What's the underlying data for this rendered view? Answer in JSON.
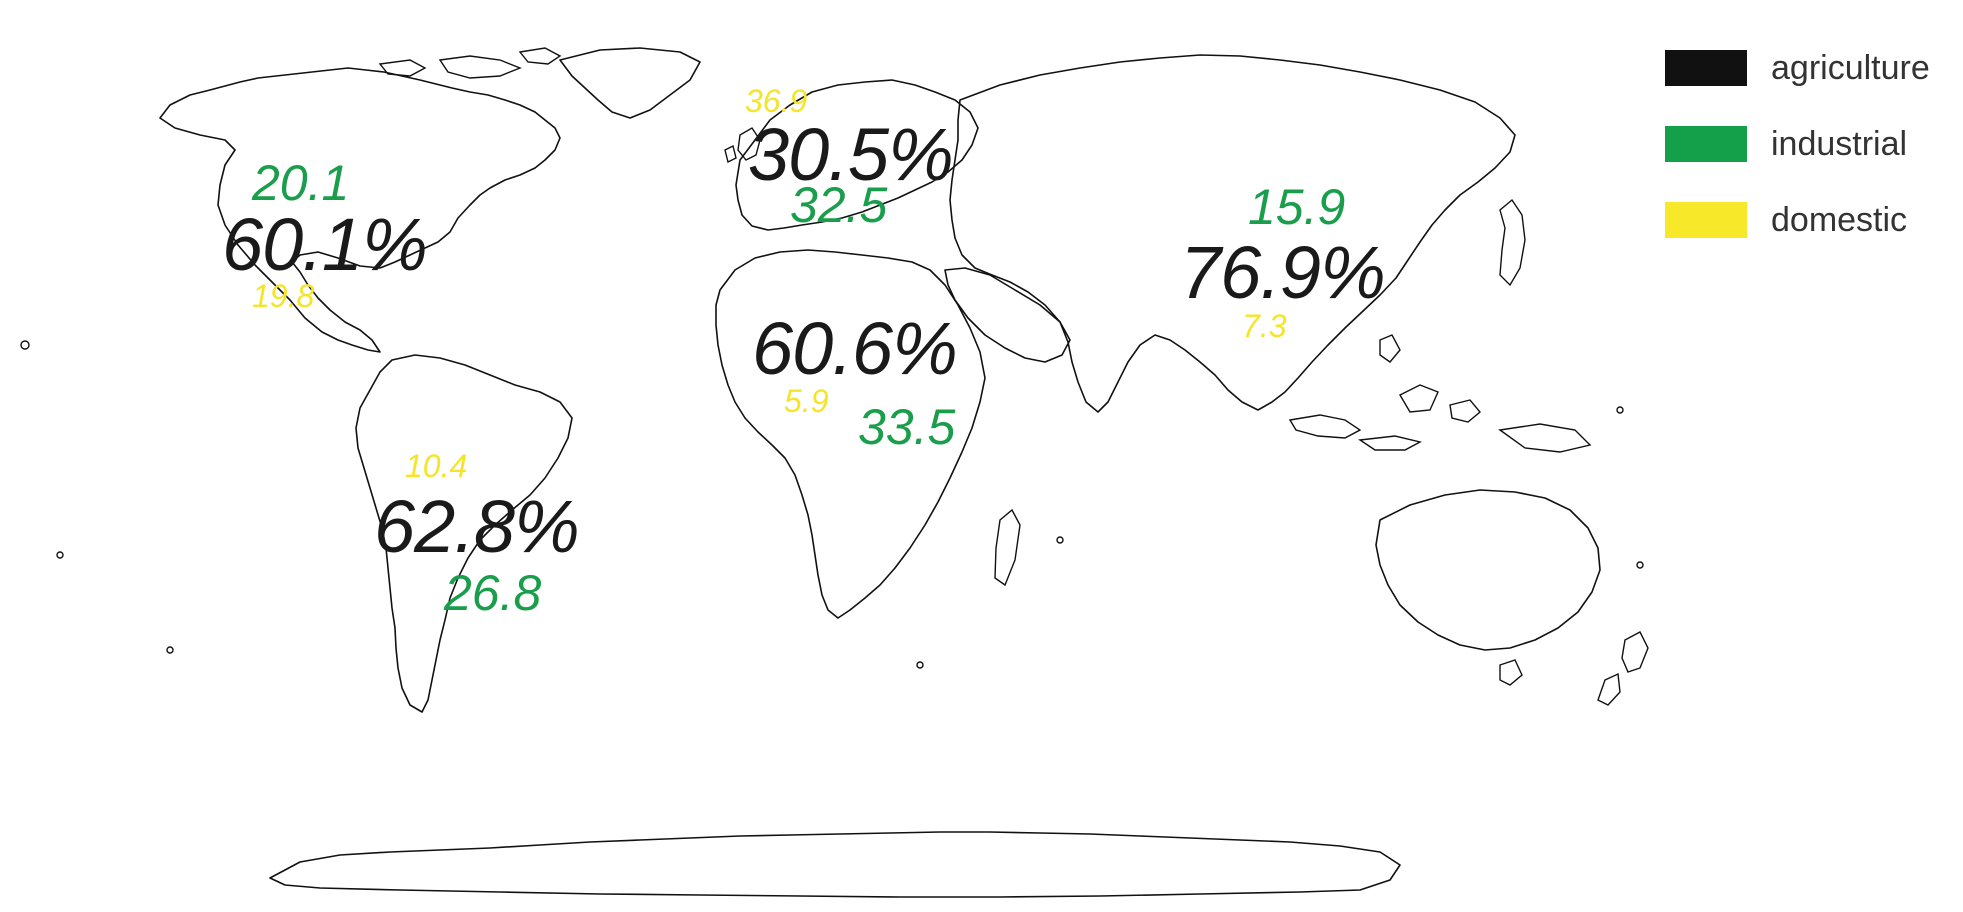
{
  "colors": {
    "agriculture": "#111111",
    "industrial": "#14a04a",
    "domestic": "#f7e92a"
  },
  "legend": [
    {
      "label": "agriculture",
      "color": "#111111"
    },
    {
      "label": "industrial",
      "color": "#14a04a"
    },
    {
      "label": "domestic",
      "color": "#f7e92a"
    }
  ],
  "regions": {
    "north_america": {
      "agriculture": "60.1%",
      "industrial": "20.1",
      "domestic": "19.8"
    },
    "europe": {
      "agriculture": "30.5%",
      "industrial": "32.5",
      "domestic": "36.9"
    },
    "africa": {
      "agriculture": "60.6%",
      "industrial": "33.5",
      "domestic": "5.9"
    },
    "south_america": {
      "agriculture": "62.8%",
      "industrial": "26.8",
      "domestic": "10.4"
    },
    "asia": {
      "agriculture": "76.9%",
      "industrial": "15.9",
      "domestic": "7.3"
    }
  }
}
